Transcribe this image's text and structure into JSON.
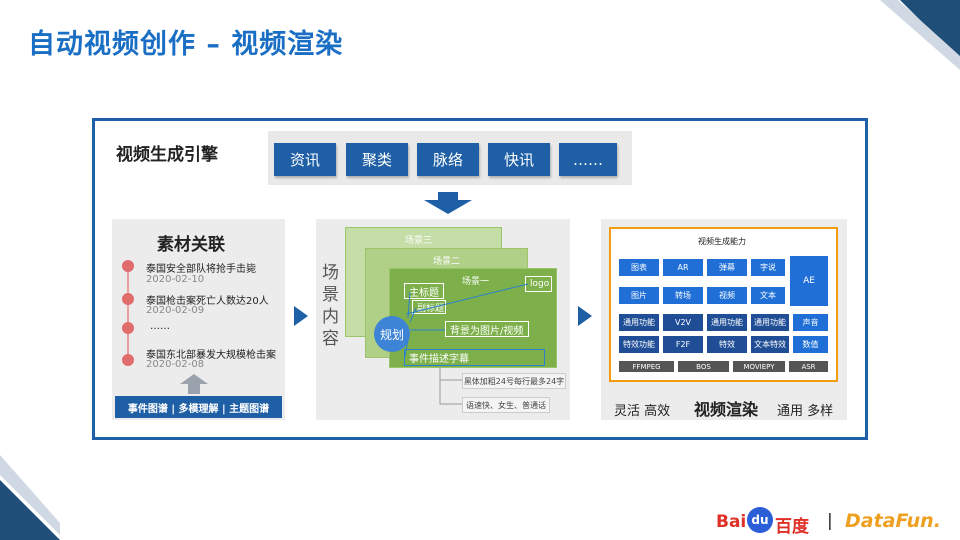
{
  "page": {
    "title": "自动视频创作 – 视频渲染"
  },
  "engine": {
    "title": "视频生成引擎",
    "tags": [
      "资讯",
      "聚类",
      "脉络",
      "快讯",
      "……"
    ]
  },
  "material": {
    "title": "素材关联",
    "events": [
      {
        "text": "泰国安全部队将抢手击毙",
        "date": "2020-02-10"
      },
      {
        "text": "泰国枪击案死亡人数达20人",
        "date": "2020-02-09"
      },
      {
        "text": "……",
        "date": ""
      },
      {
        "text": "泰国东北部暴发大规模枪击案",
        "date": "2020-02-08"
      }
    ],
    "bar": "事件图谱 | 多模理解 | 主题图谱"
  },
  "scene": {
    "side_label": "场景内容",
    "layers": [
      "场景三",
      "场景二",
      "场景一"
    ],
    "plan": "规划",
    "main_title": "主标题",
    "sub_title": "副标题",
    "logo": "logo",
    "background": "背景为图片/视频",
    "caption": "事件描述字幕",
    "note1": "黑体加粗24号每行最多24字",
    "note2": "语速快、女生、普通话"
  },
  "render": {
    "panel_title": "视频生成能力",
    "row1": [
      "图表",
      "AR",
      "弹幕",
      "字说"
    ],
    "row2": [
      "图片",
      "转场",
      "视频",
      "文本"
    ],
    "ae": "AE",
    "row3": [
      "通用功能",
      "V2V",
      "通用功能",
      "通用功能",
      "声音"
    ],
    "row4": [
      "特效功能",
      "F2F",
      "特效",
      "文本特效",
      "数值"
    ],
    "row5": [
      "FFMPEG",
      "BOS",
      "MOVIEPY",
      "ASR"
    ],
    "bottom_left": "灵活 高效",
    "bottom_main": "视频渲染",
    "bottom_right": "通用 多样"
  },
  "footer": {
    "baidu": "百度",
    "baidu_prefix": "Bai",
    "baidu_du": "du",
    "sep": "|",
    "datafun": "DataFun."
  },
  "colors": {
    "primary": "#1f5fa6",
    "scene_green": "#7db04b",
    "accent_orange": "#f39c12",
    "timeline_red": "#e06c6c"
  }
}
